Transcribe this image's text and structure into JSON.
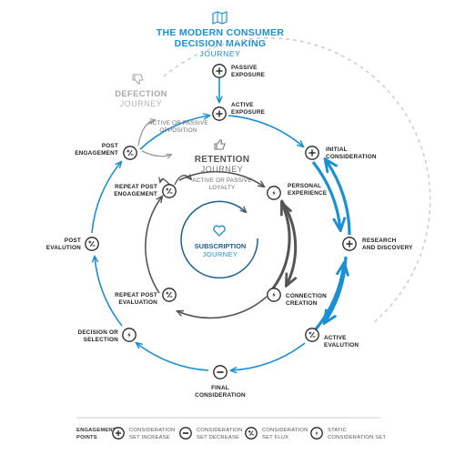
{
  "title": {
    "line1": "THE MODERN CONSUMER",
    "line2": "DECISION MAKING",
    "line3": "JOURNEY"
  },
  "defection": {
    "title": "DEFECTION",
    "journey": "JOURNEY",
    "note_line1": "ACTIVE OR PASSIVE",
    "note_line2": "OPPOSITION"
  },
  "retention": {
    "title": "RETENTION",
    "journey": "JOURNEY",
    "note_line1": "ACTIVE OR PASSIVE",
    "note_line2": "LOYALTY"
  },
  "subscription": {
    "title": "SUBSCRIPTION",
    "journey": "JOURNEY"
  },
  "nodes": {
    "passive_exposure": {
      "line1": "PASSIVE",
      "line2": "EXPOSURE",
      "type": "increase"
    },
    "active_exposure": {
      "line1": "ACTIVE",
      "line2": "EXPOSURE",
      "type": "increase"
    },
    "initial_consideration": {
      "line1": "INITIAL",
      "line2": "CONSIDERATION",
      "type": "increase"
    },
    "research_discovery": {
      "line1": "RESEARCH",
      "line2": "AND DISCOVERY",
      "type": "increase"
    },
    "active_evaluation": {
      "line1": "ACTIVE",
      "line2": "EVALUTION",
      "type": "flux"
    },
    "final_consideration": {
      "line1": "FINAL",
      "line2": "CONSIDERATION",
      "type": "decrease"
    },
    "decision_selection": {
      "line1": "DECISION OR",
      "line2": "SELECTION",
      "type": "static"
    },
    "post_evalution": {
      "line1": "POST",
      "line2": "EVALUTION",
      "type": "flux"
    },
    "post_engagement": {
      "line1": "POST",
      "line2": "ENGAGEMENT",
      "type": "flux"
    },
    "personal_experience": {
      "line1": "PERSONAL",
      "line2": "EXPERIENCE",
      "type": "static"
    },
    "connection_creation": {
      "line1": "CONNECTION",
      "line2": "CREATION",
      "type": "static"
    },
    "repeat_post_evaluation": {
      "line1": "REPEAT POST",
      "line2": "EVALUATION",
      "type": "flux"
    },
    "repeat_post_engagement": {
      "line1": "REPEAT POST",
      "line2": "ENGAGEMENT",
      "type": "flux"
    }
  },
  "legend": {
    "heading_line1": "ENGAGEMENT",
    "heading_line2": "POINTS",
    "items": [
      {
        "line1": "CONSIDERATION",
        "line2": "SET INCREASE",
        "type": "increase"
      },
      {
        "line1": "CONSIDERATION",
        "line2": "SET DECREASE",
        "type": "decrease"
      },
      {
        "line1": "CONSIDERATION",
        "line2": "SET FLUX",
        "type": "flux"
      },
      {
        "line1": "STATIC",
        "line2": "CONSIDERATION SET",
        "type": "static"
      }
    ]
  },
  "colors": {
    "blue": "#1b8fd3",
    "dark": "#333333",
    "gray": "#6b6b6b",
    "light_gray": "#c8c8c8"
  }
}
